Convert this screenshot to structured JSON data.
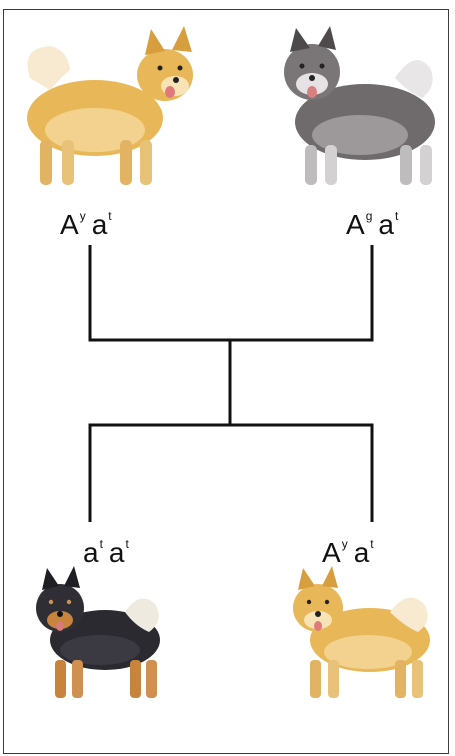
{
  "parents": {
    "left": {
      "genotype": {
        "allele1": "A",
        "sup1": "y",
        "allele2": "a",
        "sup2": "t"
      },
      "coat": "cream-golden"
    },
    "right": {
      "genotype": {
        "allele1": "A",
        "sup1": "g",
        "allele2": "a",
        "sup2": "t"
      },
      "coat": "grey"
    }
  },
  "offspring": {
    "left": {
      "genotype": {
        "allele1": "a",
        "sup1": "t",
        "allele2": "a",
        "sup2": "t"
      },
      "coat": "black-and-tan"
    },
    "right": {
      "genotype": {
        "allele1": "A",
        "sup1": "y",
        "allele2": "a",
        "sup2": "t"
      },
      "coat": "cream-golden"
    }
  },
  "colors": {
    "cream": "#e8b858",
    "cream_light": "#f7e3b5",
    "grey": "#6f6a6c",
    "grey_light": "#c9c6c7",
    "black": "#2a2a30",
    "tan": "#c7843d",
    "line": "#111111"
  }
}
